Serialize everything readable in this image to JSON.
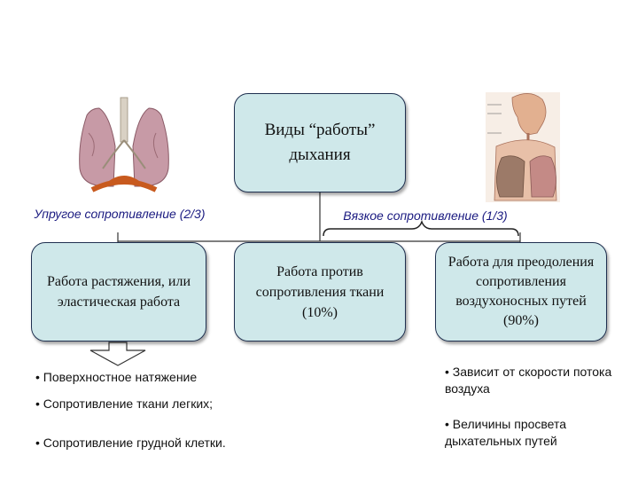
{
  "root": {
    "line1": "Виды “работы”",
    "line2": "дыхания"
  },
  "labels": {
    "elastic": "Упругое сопротивление (2/3)",
    "viscous": "Вязкое сопротивление (1/3)"
  },
  "boxes": {
    "stretch": "Работа растяжения, или эластическая работа",
    "tissue": "Работа против сопротивления ткани (10%)",
    "airway": "Работа для преодоления сопротивления воздухоносных путей (90%)"
  },
  "factors_left": [
    "• Поверхностное натяжение",
    "• Сопротивление ткани легких;",
    "• Сопротивление грудной клетки."
  ],
  "factors_right": [
    "• Зависит от скорости потока воздуха",
    "• Величины просвета дыхательных путей"
  ],
  "colors": {
    "box_fill": "#cfe8ea",
    "box_border": "#1f3050",
    "label_text": "#1a1a80"
  }
}
